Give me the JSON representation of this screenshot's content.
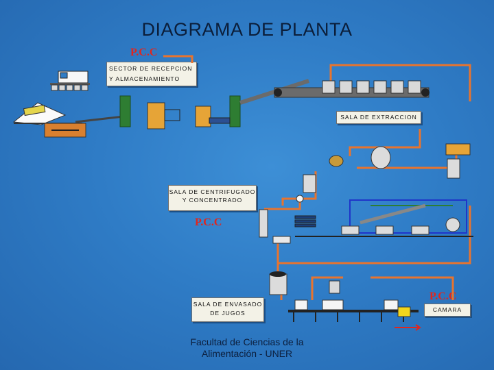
{
  "title": "DIAGRAMA DE PLANTA",
  "pcc_markers": [
    "P.C.C",
    "P.C.C",
    "P.C.C"
  ],
  "labels": {
    "recepcion": [
      "SECTOR DE RECEPCION",
      "Y ALMACENAMIENTO"
    ],
    "extraccion": "SALA DE EXTRACCION",
    "centrifugado": [
      "SALA DE CENTRIFUGADO",
      "Y CONCENTRADO"
    ],
    "envasado": [
      "SALA DE ENVASADO",
      "DE JUGOS"
    ],
    "camara": "CAMARA"
  },
  "footer": [
    "Facultad de Ciencias de la",
    "Alimentación - UNER"
  ],
  "colors": {
    "background": "#2f7cc6",
    "pipe": "#e8742e",
    "pcc": "#e0261e",
    "label_bg": "#f3f2e7",
    "conveyor": "#6b6b6b",
    "green_machine": "#2e7d32"
  }
}
